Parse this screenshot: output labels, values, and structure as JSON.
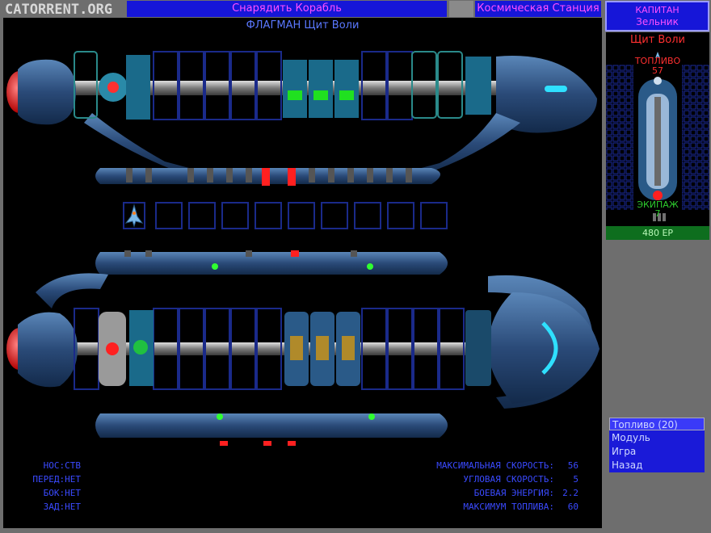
{
  "logo": "CATORRENT.ORG",
  "tabs": {
    "outfit": "Снарядить Корабль",
    "station": "Космическая Станция"
  },
  "ship_title": "ФЛАГМАН Щит Воли",
  "stats_left": [
    {
      "label": "НОС:",
      "value": "СТВ"
    },
    {
      "label": "ПЕРЕД:",
      "value": "НЕТ"
    },
    {
      "label": "БОК:",
      "value": "НЕТ"
    },
    {
      "label": "ЗАД:",
      "value": "НЕТ"
    }
  ],
  "stats_right": [
    {
      "label": "МАКСИМАЛЬНАЯ СКОРОСТЬ:",
      "value": "56"
    },
    {
      "label": "УГЛОВАЯ СКОРОСТЬ:",
      "value": "5"
    },
    {
      "label": "БОЕВАЯ ЭНЕРГИЯ:",
      "value": "2.2"
    },
    {
      "label": "МАКСИМУМ ТОПЛИВА:",
      "value": "60"
    }
  ],
  "captain": {
    "label": "КАПИТАН",
    "name": "Зельник"
  },
  "status": {
    "ship_name": "Щит Воли",
    "fuel_label": "ТОПЛИВО",
    "fuel_value": "57",
    "crew_label": "ЭКИПАЖ",
    "crew_value": "7",
    "energy": "480 ЕР"
  },
  "menu": [
    {
      "label": "Топливо (20)"
    },
    {
      "label": "Модуль"
    },
    {
      "label": "Игра"
    },
    {
      "label": "Назад"
    }
  ],
  "colors": {
    "panel_blue": "#1616d8",
    "text_magenta": "#ff4fff",
    "hull": "#2a4a78",
    "stat_blue": "#3a4aff"
  },
  "icons": [
    "ship-hull",
    "fighter-icon",
    "engine-module",
    "crew-pod",
    "fuel-tank"
  ]
}
